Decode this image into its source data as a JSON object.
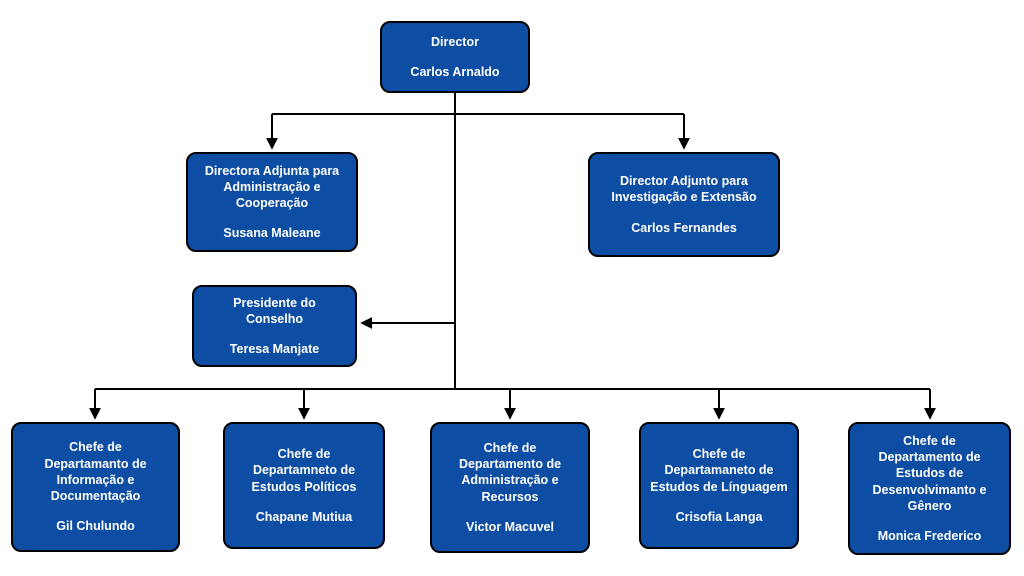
{
  "colors": {
    "background": "#ffffff",
    "node_fill": "#0d4da4",
    "node_border": "#000000",
    "node_text": "#ffffff",
    "connector": "#000000"
  },
  "nodes": [
    {
      "id": "director",
      "title": "Director",
      "name": "Carlos Arnaldo"
    },
    {
      "id": "adjunta-admin",
      "title": "Directora Adjunta para\nAdministração e\nCooperação",
      "name": "Susana Maleane"
    },
    {
      "id": "adjunto-investigacao",
      "title": "Director Adjunto para\nInvestigação e Extensão",
      "name": "Carlos Fernandes"
    },
    {
      "id": "presidente-conselho",
      "title": "Presidente do\nConselho",
      "name": "Teresa Manjate"
    },
    {
      "id": "dept-informacao",
      "title": "Chefe de\nDepartamanto de\nInformação e\nDocumentação",
      "name": "Gil Chulundo"
    },
    {
      "id": "dept-politicos",
      "title": "Chefe de\nDepartamneto de\nEstudos Políticos",
      "name": "Chapane Mutiua"
    },
    {
      "id": "dept-administracao",
      "title": "Chefe de\nDepartamento de\nAdministração e\nRecursos",
      "name": "Victor Macuvel"
    },
    {
      "id": "dept-linguagem",
      "title": "Chefe de\nDepartamaneto de\nEstudos de Línguagem",
      "name": "Crisofia Langa"
    },
    {
      "id": "dept-desenvolvimento",
      "title": "Chefe de\nDepartamento de\nEstudos de\nDesenvolvimanto e\nGênero",
      "name": "Monica Frederico"
    }
  ],
  "edges": [
    {
      "from": "director",
      "to": "adjunta-admin"
    },
    {
      "from": "director",
      "to": "adjunto-investigacao"
    },
    {
      "from": "director",
      "to": "presidente-conselho"
    },
    {
      "from": "director",
      "to": "dept-informacao"
    },
    {
      "from": "director",
      "to": "dept-politicos"
    },
    {
      "from": "director",
      "to": "dept-administracao"
    },
    {
      "from": "director",
      "to": "dept-linguagem"
    },
    {
      "from": "director",
      "to": "dept-desenvolvimento"
    }
  ]
}
